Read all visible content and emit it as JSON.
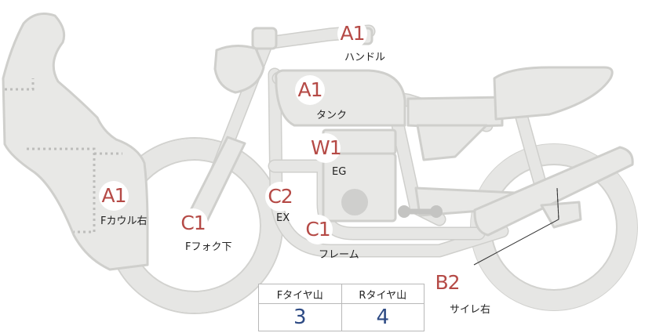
{
  "parts": {
    "handle": {
      "grade": "A1",
      "label": "ハンドル"
    },
    "tank": {
      "grade": "A1",
      "label": "タンク"
    },
    "engine": {
      "grade": "W1",
      "label": "EG"
    },
    "exhaust": {
      "grade": "C2",
      "label": "EX"
    },
    "frame": {
      "grade": "C1",
      "label": "フレーム"
    },
    "front_fork": {
      "grade": "C1",
      "label": "Fフォク下"
    },
    "front_cowl": {
      "grade": "A1",
      "label": "Fカウル右"
    },
    "silencer": {
      "grade": "B2",
      "label": "サイレ右"
    }
  },
  "tread_table": {
    "headers": [
      "Fタイヤ山",
      "Rタイヤ山"
    ],
    "values": [
      "3",
      "4"
    ]
  },
  "colors": {
    "grade_text": "#b54a46",
    "value_text": "#2d4a84",
    "part_fill": "#e8e8e6",
    "part_stroke": "#cfcfcc"
  }
}
